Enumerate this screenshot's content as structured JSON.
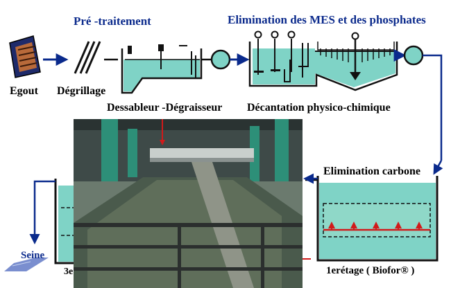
{
  "labels": {
    "pretraitement": "Pré -traitement",
    "elimination_mes": "Elimination  des MES et des phosphates",
    "egout": "Egout",
    "degrillage": "Dégrillage",
    "dessableur": "Dessableur -Dégraisseur",
    "decantation": "Décantation  physico-chimique",
    "elimination_carbone": "Elimination  carbone",
    "etage1": "1erétage ( Biofor® )",
    "seine": "Seine",
    "etage3": "3e"
  },
  "icons": [
    "sewer-grate-icon",
    "bar-screen-icon",
    "grit-tank-icon",
    "pump-icon",
    "clarifier-tank-icon",
    "biofilter-tank-icon"
  ],
  "colors": {
    "water": "#7fd3c6",
    "flow": "#0a2a8c",
    "outline": "#111111",
    "arrow_red": "#d11a1a"
  }
}
